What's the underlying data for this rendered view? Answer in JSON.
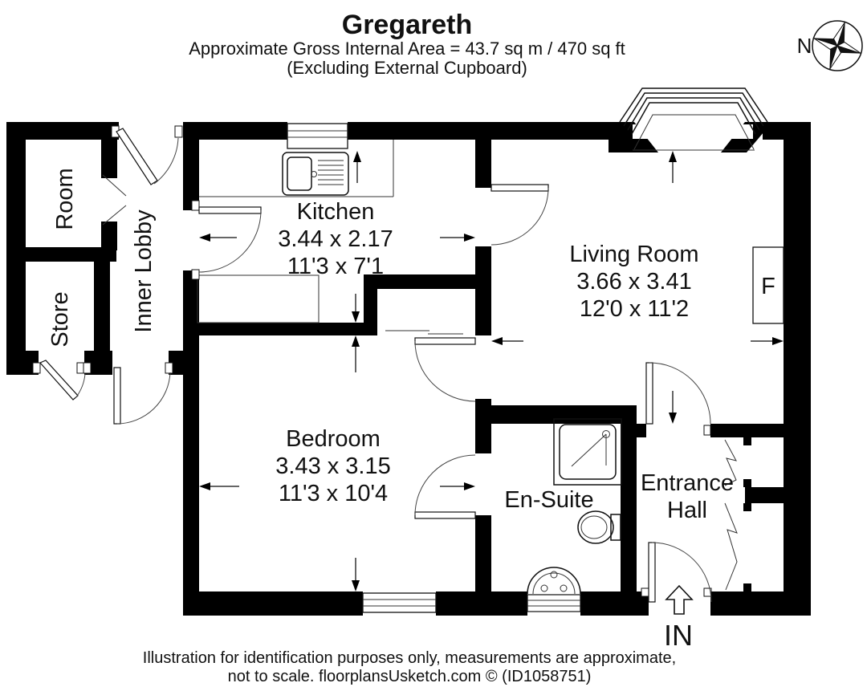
{
  "header": {
    "title": "Gregareth",
    "subtitle_line1": "Approximate Gross Internal Area = 43.7 sq m / 470 sq ft",
    "subtitle_line2": "(Excluding External Cupboard)"
  },
  "compass": {
    "north_label": "N"
  },
  "rooms": {
    "kitchen": {
      "name": "Kitchen",
      "dim_m": "3.44 x 2.17",
      "dim_ft": "11'3 x 7'1"
    },
    "living_room": {
      "name": "Living Room",
      "dim_m": "3.66 x 3.41",
      "dim_ft": "12'0 x 11'2"
    },
    "bedroom": {
      "name": "Bedroom",
      "dim_m": "3.43 x 3.15",
      "dim_ft": "11'3 x 10'4"
    },
    "en_suite": {
      "name": "En-Suite"
    },
    "entrance_hall": {
      "name_line1": "Entrance",
      "name_line2": "Hall"
    },
    "inner_lobby": {
      "name": "Inner Lobby"
    },
    "room": {
      "name": "Room"
    },
    "store": {
      "name": "Store"
    }
  },
  "annotations": {
    "fridge_label": "F",
    "entrance_label": "IN"
  },
  "footer": {
    "line1": "Illustration for identification purposes only, measurements are approximate,",
    "line2": "not to scale. floorplansUsketch.com © (ID1058751)"
  }
}
